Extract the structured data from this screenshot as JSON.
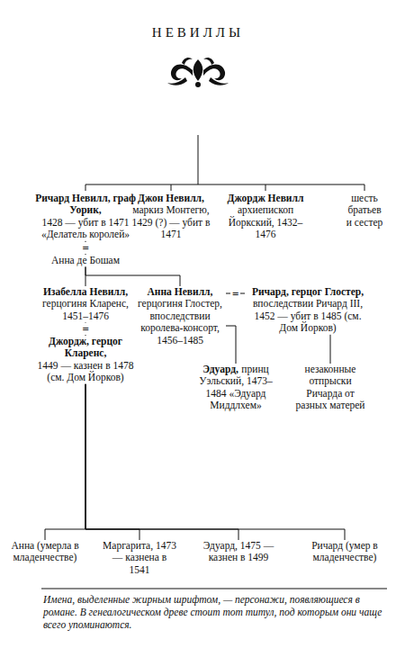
{
  "diagram": {
    "title": "НЕВИЛЛЫ",
    "caption": "Имена, выделенные жирным шрифтом, — персонажи, появляющиеся в романе. В генеалогическом древе стоит тот титул, под которым они чаще всего упоминаются.",
    "nodes": [
      {
        "text": [
          "Ричард Невилл, граф Уорик,",
          "1428 — убит в 1471 «Делатель королей»"
        ]
      },
      {
        "text": [
          "Джон Невилл,",
          "маркиз Монтегю, 1429 (?) — убит в 1471"
        ]
      },
      {
        "text": [
          "Джордж Невилл",
          "архиепископ Йоркский, 1432–1476"
        ]
      },
      {
        "text": [
          "шесть братьев и сестер"
        ]
      },
      {
        "text": [
          "Анна де Бошам"
        ]
      },
      {
        "text": [
          "Изабелла Невилл,",
          "герцогиня Кларенс, 1451–1476"
        ]
      },
      {
        "text": [
          "Джордж, герцог Кларенс,",
          "1449 — казнен в 1478 (см. Дом Йорков)"
        ]
      },
      {
        "text": [
          "Анна Невилл,",
          "герцогиня Глостер, впоследствии королева-консорт, 1456–1485"
        ]
      },
      {
        "text": [
          "Ричард, герцог Глостер,",
          "впоследствии Ричард III, 1452 — убит в 1485 (см. Дом Йорков)"
        ]
      },
      {
        "text": [
          "Эдуард,",
          "принц Уэльский, 1473–1484 «Эдуард Миддлхем»"
        ]
      },
      {
        "text": [
          "незаконные отпрыски Ричарда от разных матерей"
        ]
      },
      {
        "text": [
          "Анна (умерла в младенчестве)"
        ]
      },
      {
        "text": [
          "Маргарита, 1473 — казнена в 1541"
        ]
      },
      {
        "text": [
          "Эдуард, 1475 — казнен в 1499"
        ]
      },
      {
        "text": [
          "Ричард (умер в младенчестве)"
        ]
      }
    ],
    "edges": [
      {
        "from": 0,
        "to": 4,
        "arrow": "none",
        "label": "="
      },
      {
        "from": 4,
        "to": 5,
        "arrow": "none"
      },
      {
        "from": 4,
        "to": 7,
        "arrow": "none"
      },
      {
        "from": 5,
        "to": 6,
        "arrow": "none",
        "label": "="
      },
      {
        "from": 7,
        "to": 8,
        "arrow": "none",
        "label": "="
      },
      {
        "from": 7,
        "to": 9,
        "arrow": "none"
      },
      {
        "from": 8,
        "to": 10,
        "arrow": "none"
      },
      {
        "from": 6,
        "to": 11,
        "arrow": "none"
      },
      {
        "from": 6,
        "to": 12,
        "arrow": "none"
      },
      {
        "from": 6,
        "to": 13,
        "arrow": "none"
      },
      {
        "from": 6,
        "to": 14,
        "arrow": "none"
      }
    ]
  }
}
